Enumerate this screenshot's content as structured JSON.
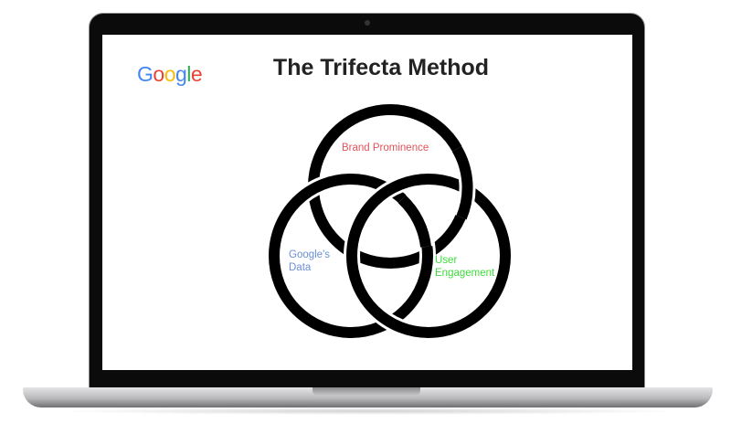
{
  "slide": {
    "logo": {
      "letters": [
        "G",
        "o",
        "o",
        "g",
        "l",
        "e"
      ],
      "colors": [
        "#4285F4",
        "#EA4335",
        "#FBBC05",
        "#4285F4",
        "#34A853",
        "#EA4335"
      ]
    },
    "title": "The Trifecta Method",
    "diagram": {
      "labels": {
        "top": "Brand Prominence",
        "left_line1": "Google's",
        "left_line2": "Data",
        "right_line1": "User",
        "right_line2": "Engagement"
      },
      "label_colors": {
        "top": "#e0555a",
        "left": "#6b8fd6",
        "right": "#3ddc3d"
      }
    }
  }
}
